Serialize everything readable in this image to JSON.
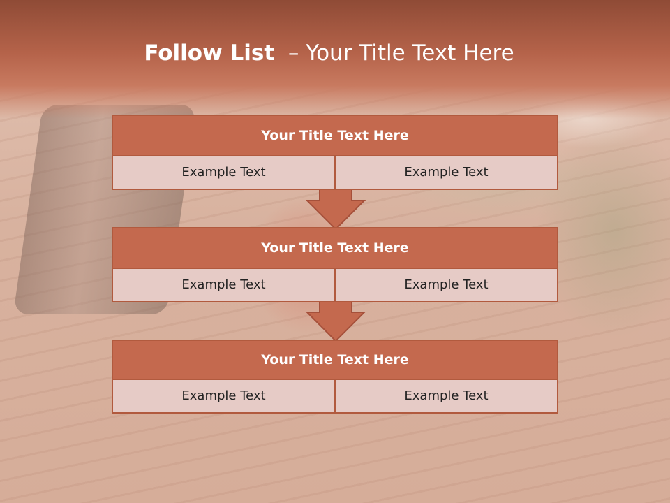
{
  "slide": {
    "title_bold": "Follow List",
    "title_rest": "– Your Title Text Here"
  },
  "steps": [
    {
      "title": "Your Title Text Here",
      "left": "Example Text",
      "right": "Example Text"
    },
    {
      "title": "Your Title Text Here",
      "left": "Example Text",
      "right": "Example Text"
    },
    {
      "title": "Your Title Text Here",
      "left": "Example Text",
      "right": "Example Text"
    }
  ],
  "colors": {
    "header": "#b5634a",
    "box_header": "#c4694e",
    "box_border": "#b15a3e",
    "cell_fill": "#e6cbc6"
  },
  "icons": [
    "down-arrow-icon"
  ]
}
